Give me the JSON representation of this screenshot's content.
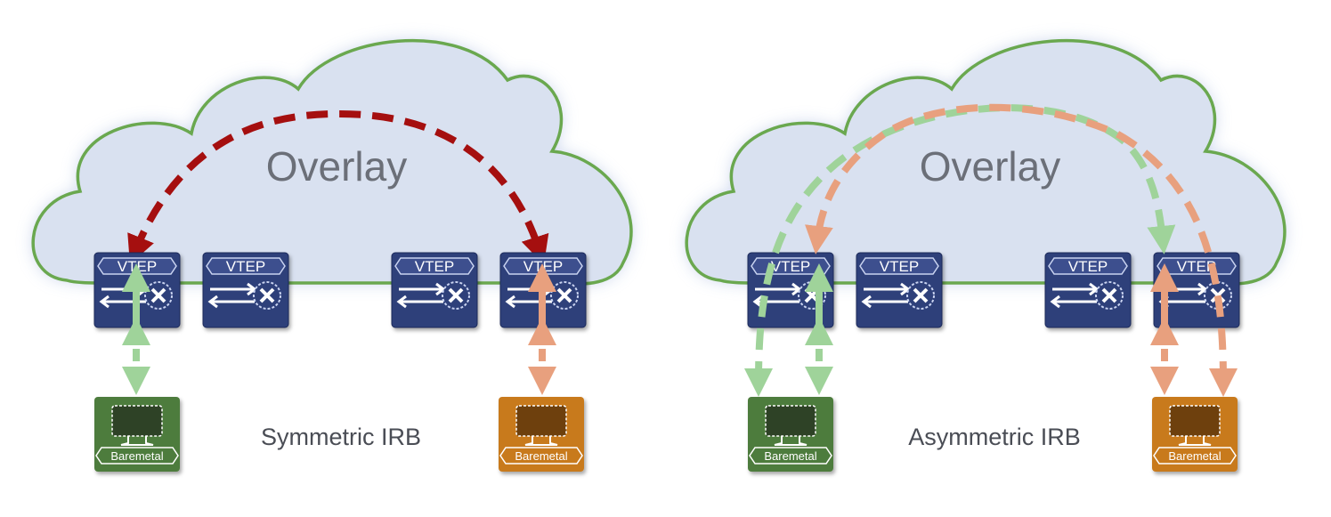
{
  "panels": [
    {
      "id": "symmetric",
      "cloud_label": "Overlay",
      "caption": "Symmetric IRB",
      "vteps": [
        {
          "label": "VTEP"
        },
        {
          "label": "VTEP"
        },
        {
          "label": "VTEP"
        },
        {
          "label": "VTEP"
        }
      ],
      "hosts": [
        {
          "label": "Baremetal",
          "color": "green"
        },
        {
          "label": "Baremetal",
          "color": "orange"
        }
      ]
    },
    {
      "id": "asymmetric",
      "cloud_label": "Overlay",
      "caption": "Asymmetric IRB",
      "vteps": [
        {
          "label": "VTEP"
        },
        {
          "label": "VTEP"
        },
        {
          "label": "VTEP"
        },
        {
          "label": "VTEP"
        }
      ],
      "hosts": [
        {
          "label": "Baremetal",
          "color": "green"
        },
        {
          "label": "Baremetal",
          "color": "orange"
        }
      ]
    }
  ],
  "colors": {
    "cloud_fill": "#d9e1f0",
    "cloud_stroke": "#6aa84f",
    "vtep_fill": "#2d3f7a",
    "arrow_red": "#a50f0f",
    "arrow_green": "#9fd39a",
    "arrow_orange": "#e8a07e",
    "host_green": "#4e7b3c",
    "host_orange": "#c87a1e"
  }
}
